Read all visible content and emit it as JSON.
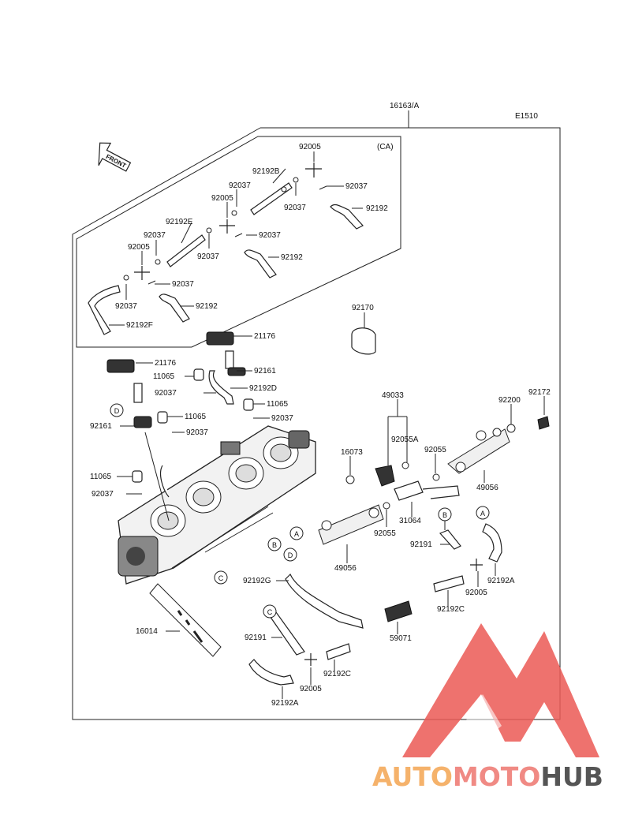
{
  "diagram": {
    "code": "E1510",
    "assembly": "16163/A",
    "variant": "(CA)",
    "front": "FRONT"
  },
  "labels": [
    {
      "id": "l1",
      "text": "92005"
    },
    {
      "id": "l2",
      "text": "92192B"
    },
    {
      "id": "l3",
      "text": "92037"
    },
    {
      "id": "l4",
      "text": "92037"
    },
    {
      "id": "l5",
      "text": "92037"
    },
    {
      "id": "l6",
      "text": "92192"
    },
    {
      "id": "l7",
      "text": "92005"
    },
    {
      "id": "l8",
      "text": "92192E"
    },
    {
      "id": "l9",
      "text": "92037"
    },
    {
      "id": "l10",
      "text": "92037"
    },
    {
      "id": "l11",
      "text": "92005"
    },
    {
      "id": "l12",
      "text": "92037"
    },
    {
      "id": "l13",
      "text": "92192"
    },
    {
      "id": "l14",
      "text": "92037"
    },
    {
      "id": "l15",
      "text": "92037"
    },
    {
      "id": "l16",
      "text": "92192"
    },
    {
      "id": "l17",
      "text": "92192F"
    },
    {
      "id": "l18",
      "text": "92170"
    },
    {
      "id": "l19",
      "text": "21176"
    },
    {
      "id": "l20",
      "text": "21176"
    },
    {
      "id": "l21",
      "text": "92161"
    },
    {
      "id": "l22",
      "text": "11065"
    },
    {
      "id": "l23",
      "text": "92192D"
    },
    {
      "id": "l24",
      "text": "92037"
    },
    {
      "id": "l25",
      "text": "11065"
    },
    {
      "id": "l26",
      "text": "11065"
    },
    {
      "id": "l27",
      "text": "92037"
    },
    {
      "id": "l28",
      "text": "92161"
    },
    {
      "id": "l29",
      "text": "92037"
    },
    {
      "id": "l30",
      "text": "49033"
    },
    {
      "id": "l31",
      "text": "92200"
    },
    {
      "id": "l32",
      "text": "92172"
    },
    {
      "id": "l33",
      "text": "92055A"
    },
    {
      "id": "l34",
      "text": "16073"
    },
    {
      "id": "l35",
      "text": "92055"
    },
    {
      "id": "l36",
      "text": "11065"
    },
    {
      "id": "l37",
      "text": "49056"
    },
    {
      "id": "l38",
      "text": "92037"
    },
    {
      "id": "l39",
      "text": "31064"
    },
    {
      "id": "l40",
      "text": "92055"
    },
    {
      "id": "l41",
      "text": "92191"
    },
    {
      "id": "l42",
      "text": "92192A"
    },
    {
      "id": "l43",
      "text": "49056"
    },
    {
      "id": "l44",
      "text": "92005"
    },
    {
      "id": "l45",
      "text": "92192G"
    },
    {
      "id": "l46",
      "text": "92192C"
    },
    {
      "id": "l47",
      "text": "16014"
    },
    {
      "id": "l48",
      "text": "59071"
    },
    {
      "id": "l49",
      "text": "92191"
    },
    {
      "id": "l50",
      "text": "92192C"
    },
    {
      "id": "l51",
      "text": "92005"
    },
    {
      "id": "l52",
      "text": "92192A"
    }
  ],
  "callouts": [
    {
      "id": "c1",
      "text": "D"
    },
    {
      "id": "c2",
      "text": "A"
    },
    {
      "id": "c3",
      "text": "B"
    },
    {
      "id": "c4",
      "text": "C"
    },
    {
      "id": "c5",
      "text": "D"
    },
    {
      "id": "c6",
      "text": "B"
    },
    {
      "id": "c7",
      "text": "A"
    },
    {
      "id": "c8",
      "text": "C"
    }
  ],
  "watermark": {
    "part1": "AUTO",
    "part2": "MOTO",
    "part3": "HUB",
    "color1": "#f5b26b",
    "color2": "#f08a84",
    "color3": "#555555",
    "logo_color": "#ec5a55"
  }
}
